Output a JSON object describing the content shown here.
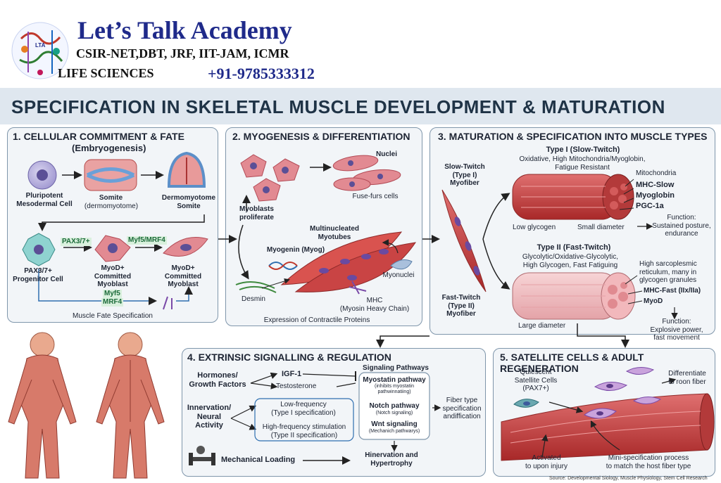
{
  "header": {
    "academy": "Let’s Talk Academy",
    "exams": "CSIR-NET,DBT, JRF, IIT-JAM, ICMR",
    "subject": "LIFE SCIENCES",
    "phone": "+91-9785333312",
    "logo_text": "LTA"
  },
  "title": "SPECIFICATION IN SKELETAL MUSCLE DEVELOPMENT & MATURATION",
  "panel1": {
    "title": "1. CELLULAR COMMITMENT & FATE",
    "subtitle": "(Embryogenesis)",
    "pluripotent": "Pluripotent\nMesodermal Cell",
    "somite": "Somite",
    "somite_sub": "(dermomyotome)",
    "dermomyotome": "Dermomyotome\nSomite",
    "progenitor": "PAX3/7+\nProgenitor Cell",
    "pax_tag": "PAX3/7+",
    "myf_tag": "Myf5/MRF4",
    "myod1": "MyoD+\nCommitted\nMyoblast",
    "myod2": "MyoD+\nCommitted\nMyoblast",
    "myf5": "Myf5",
    "mrf4": "MRF4",
    "fate": "Muscle Fate Specification"
  },
  "panel2": {
    "title": "2. MYOGENESIS & DIFFERENTIATION",
    "nuclei": "Nuclei",
    "proliferate": "Myoblasts\nproliferate",
    "fuse": "Fuse-furs cells",
    "multinucleated": "Multinucleated\nMyotubes",
    "myogenin": "Myogenin (Myog)",
    "myonuclei": "Myonuclei",
    "desmin": "Desmin",
    "mhc": "MHC\n(Myosin Heavy Chain)",
    "expression": "Expression of Contractile Proteins"
  },
  "panel3": {
    "title": "3. MATURATION & SPECIFICATION INTO MUSCLE TYPES",
    "slow_fiber": "Slow-Twitch\n(Type I)\nMyofiber",
    "fast_fiber": "Fast-Twitch\n(Type II)\nMyofiber",
    "type1_title": "Type I (Slow-Twitch)",
    "type1_desc": "Oxidative, High Mitochondria/Myoglobin,\nFatigue Resistant",
    "mito": "Mitochondria",
    "mhc_slow": "MHC-Slow",
    "myoglobin": "Myoglobin",
    "pgc": "PGC-1a",
    "low_glycogen": "Low glycogen",
    "small_diam": "Small diameter",
    "func1": "Function:\nSustained posture,\nendurance",
    "type2_title": "Type II (Fast-Twitch)",
    "type2_desc": "Glycolytic/Oxidative-Glycolytic,\nHigh Glycogen, Fast Fatiguing",
    "sarco": "High sarcoplesmic\nreticulum, many in\nglycogen granules",
    "mhc_fast": "MHC-Fast (IIx/IIa)",
    "myod": "MyoD",
    "large_diam": "Large diameter",
    "func2": "Function:\nExplosive power,\nfast movement"
  },
  "panel4": {
    "title": "4. EXTRINSIC SIGNALLING & REGULATION",
    "hormones": "Hormones/\nGrowth Factors",
    "igf": "IGF-1",
    "testosterone": "Testosterone",
    "innervation": "Innervation/\nNeural\nActivity",
    "low_freq": "Low-frequency\n(Type I specification)",
    "high_freq": "High-frequency stimulation\n(Type II specification)",
    "pathways": "Signaling Pathways",
    "myostatin": "Myostatin pathway",
    "myostatin_sub": "(inhibits myostatin\npathwinnatiing)",
    "notch": "Notch pathway",
    "notch_sub": "(Notch signaling)",
    "wnt": "Wnt signaling",
    "wnt_sub": "(Mechanich pathwarys)",
    "fiber_type": "Fiber type\nspecification\nandiffication",
    "mechanical": "Mechanical Loading",
    "hinervation": "Hinervation and\nHypertrophy"
  },
  "panel5": {
    "title": "5. SATELLITE CELLS & ADULT REGENERATION",
    "quiescent": "Quiescent\nSatellite Cells\n(PAX7+)",
    "differentiate": "Differentiate\nto roon fiber",
    "activated": "Activated\nto upon injury",
    "mini": "Mini-specification process\nto match the host fiber type"
  },
  "source": "Source: Developmental Siology, Muscle Physiology, Stem Cell Research",
  "colors": {
    "muscle_red": "#c63a3a",
    "cell_purple": "#7a4aa8",
    "panel_border": "#7f96ab",
    "title_navy": "#1f2a8a"
  }
}
